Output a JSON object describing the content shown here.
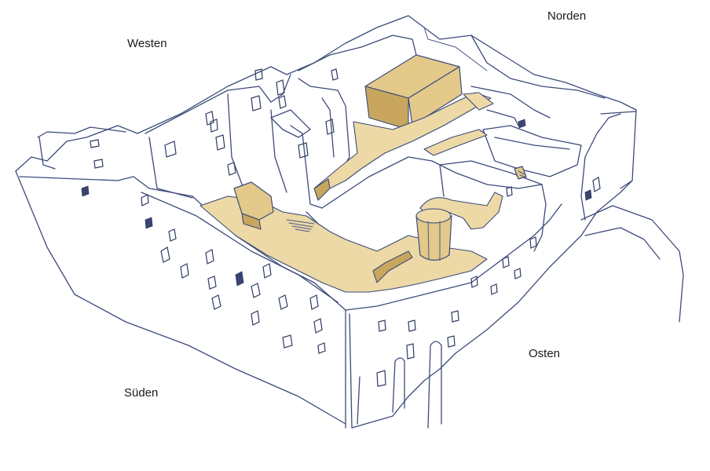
{
  "compass_labels": {
    "west": "Westen",
    "north": "Norden",
    "east": "Osten",
    "south": "Süden"
  },
  "colors": {
    "ink": "#3c4b7a",
    "ochre_fill": "#e3c98a",
    "background": "#ffffff"
  }
}
